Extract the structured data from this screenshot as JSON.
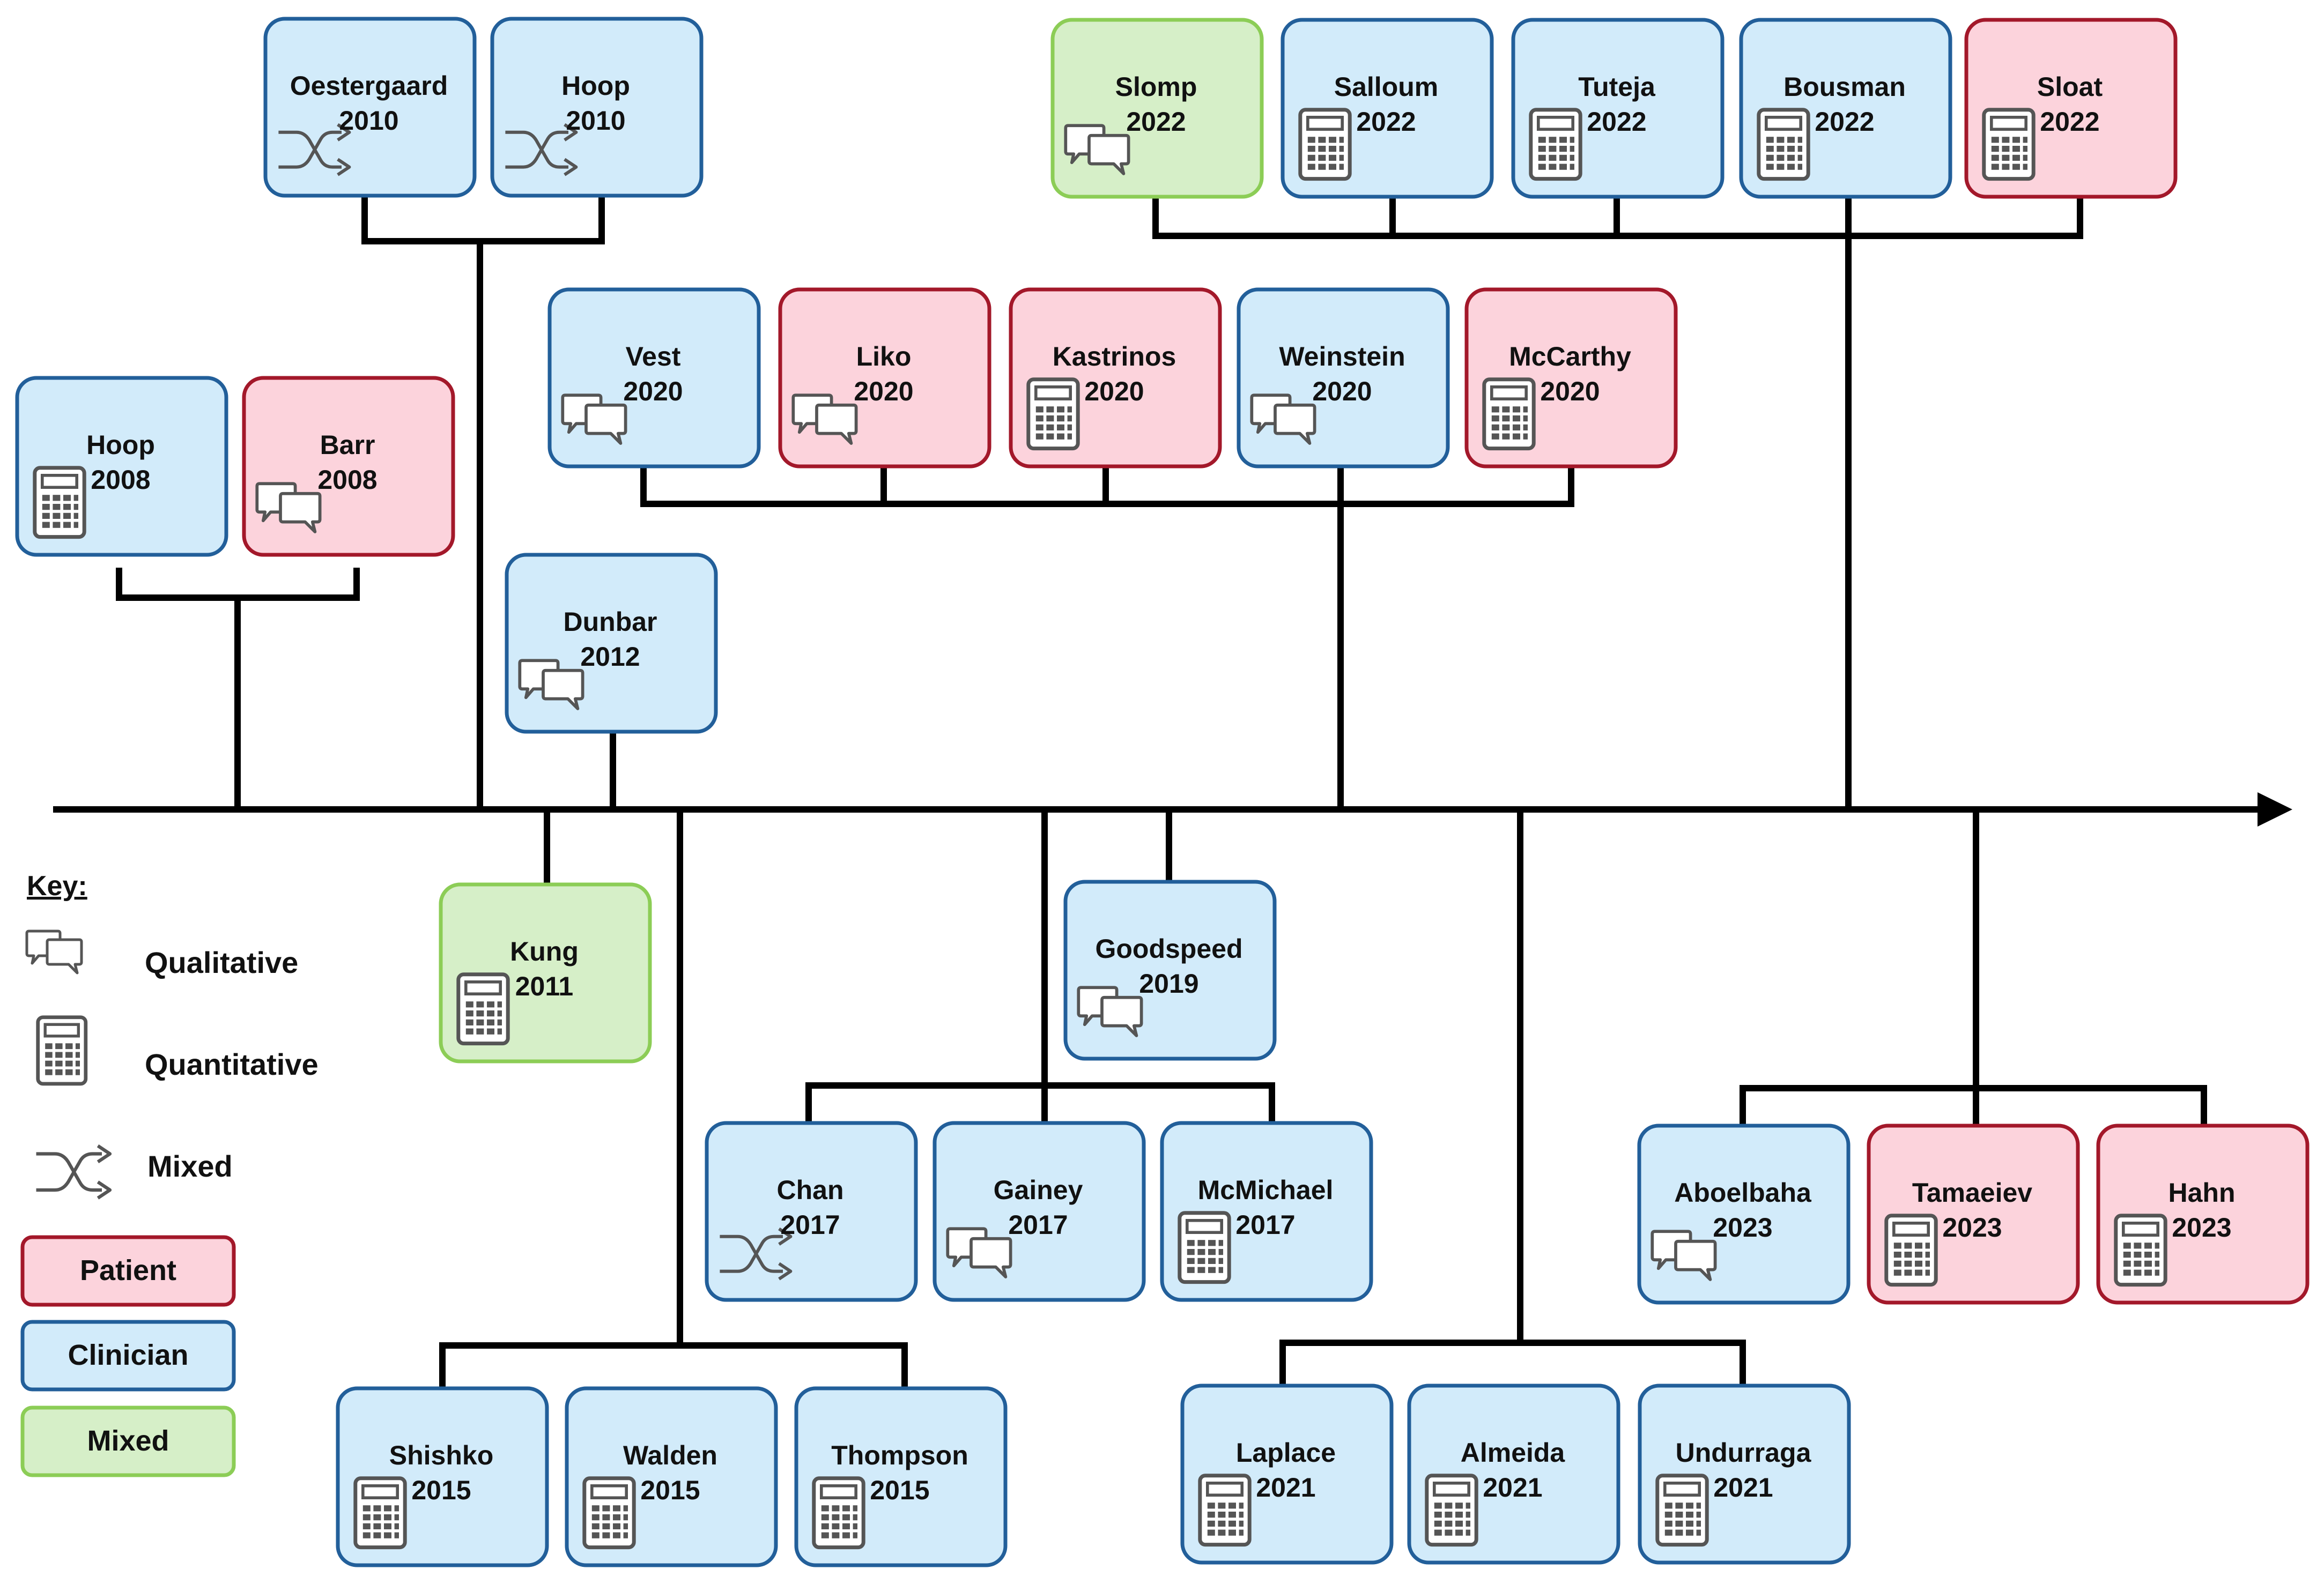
{
  "colors": {
    "patient_fill": "#fcd3dc",
    "patient_border": "#a3182a",
    "clinician_fill": "#d2ebfa",
    "clinician_border": "#225f9a",
    "mixed_fill": "#d6efc8",
    "mixed_border": "#8ccd56",
    "line": "#000000"
  },
  "icons": {
    "qualitative": "speech-bubbles-icon",
    "quantitative": "calculator-icon",
    "mixed": "shuffle-arrows-icon"
  },
  "key": {
    "title": "Key:",
    "methods": [
      {
        "id": "qual",
        "label": "Qualitative",
        "icon": "speech-bubbles-icon"
      },
      {
        "id": "quant",
        "label": "Quantitative",
        "icon": "calculator-icon"
      },
      {
        "id": "mixed",
        "label": "Mixed",
        "icon": "shuffle-arrows-icon"
      }
    ],
    "populations": [
      {
        "id": "patient",
        "label": "Patient"
      },
      {
        "id": "clinician",
        "label": "Clinician"
      },
      {
        "id": "mixed",
        "label": "Mixed"
      }
    ]
  },
  "studies": [
    {
      "author": "Hoop",
      "year": "2008",
      "population": "clinician",
      "method": "quantitative"
    },
    {
      "author": "Barr",
      "year": "2008",
      "population": "patient",
      "method": "qualitative"
    },
    {
      "author": "Oestergaard",
      "year": "2010",
      "population": "clinician",
      "method": "mixed"
    },
    {
      "author": "Hoop",
      "year": "2010",
      "population": "clinician",
      "method": "mixed"
    },
    {
      "author": "Kung",
      "year": "2011",
      "population": "mixed",
      "method": "quantitative"
    },
    {
      "author": "Dunbar",
      "year": "2012",
      "population": "clinician",
      "method": "qualitative"
    },
    {
      "author": "Shishko",
      "year": "2015",
      "population": "clinician",
      "method": "quantitative"
    },
    {
      "author": "Walden",
      "year": "2015",
      "population": "clinician",
      "method": "quantitative"
    },
    {
      "author": "Thompson",
      "year": "2015",
      "population": "clinician",
      "method": "quantitative"
    },
    {
      "author": "Chan",
      "year": "2017",
      "population": "clinician",
      "method": "mixed"
    },
    {
      "author": "Gainey",
      "year": "2017",
      "population": "clinician",
      "method": "qualitative"
    },
    {
      "author": "McMichael",
      "year": "2017",
      "population": "clinician",
      "method": "quantitative"
    },
    {
      "author": "Goodspeed",
      "year": "2019",
      "population": "clinician",
      "method": "qualitative"
    },
    {
      "author": "Vest",
      "year": "2020",
      "population": "clinician",
      "method": "qualitative"
    },
    {
      "author": "Liko",
      "year": "2020",
      "population": "patient",
      "method": "qualitative"
    },
    {
      "author": "Kastrinos",
      "year": "2020",
      "population": "patient",
      "method": "quantitative"
    },
    {
      "author": "Weinstein",
      "year": "2020",
      "population": "clinician",
      "method": "qualitative"
    },
    {
      "author": "McCarthy",
      "year": "2020",
      "population": "patient",
      "method": "quantitative"
    },
    {
      "author": "Laplace",
      "year": "2021",
      "population": "clinician",
      "method": "quantitative"
    },
    {
      "author": "Almeida",
      "year": "2021",
      "population": "clinician",
      "method": "quantitative"
    },
    {
      "author": "Undurraga",
      "year": "2021",
      "population": "clinician",
      "method": "quantitative"
    },
    {
      "author": "Slomp",
      "year": "2022",
      "population": "mixed",
      "method": "qualitative"
    },
    {
      "author": "Salloum",
      "year": "2022",
      "population": "clinician",
      "method": "quantitative"
    },
    {
      "author": "Tuteja",
      "year": "2022",
      "population": "clinician",
      "method": "quantitative"
    },
    {
      "author": "Bousman",
      "year": "2022",
      "population": "clinician",
      "method": "quantitative"
    },
    {
      "author": "Sloat",
      "year": "2022",
      "population": "patient",
      "method": "quantitative"
    },
    {
      "author": "Aboelbaha",
      "year": "2023",
      "population": "clinician",
      "method": "qualitative"
    },
    {
      "author": "Tamaeiev",
      "year": "2023",
      "population": "patient",
      "method": "quantitative"
    },
    {
      "author": "Hahn",
      "year": "2023",
      "population": "patient",
      "method": "quantitative"
    }
  ]
}
